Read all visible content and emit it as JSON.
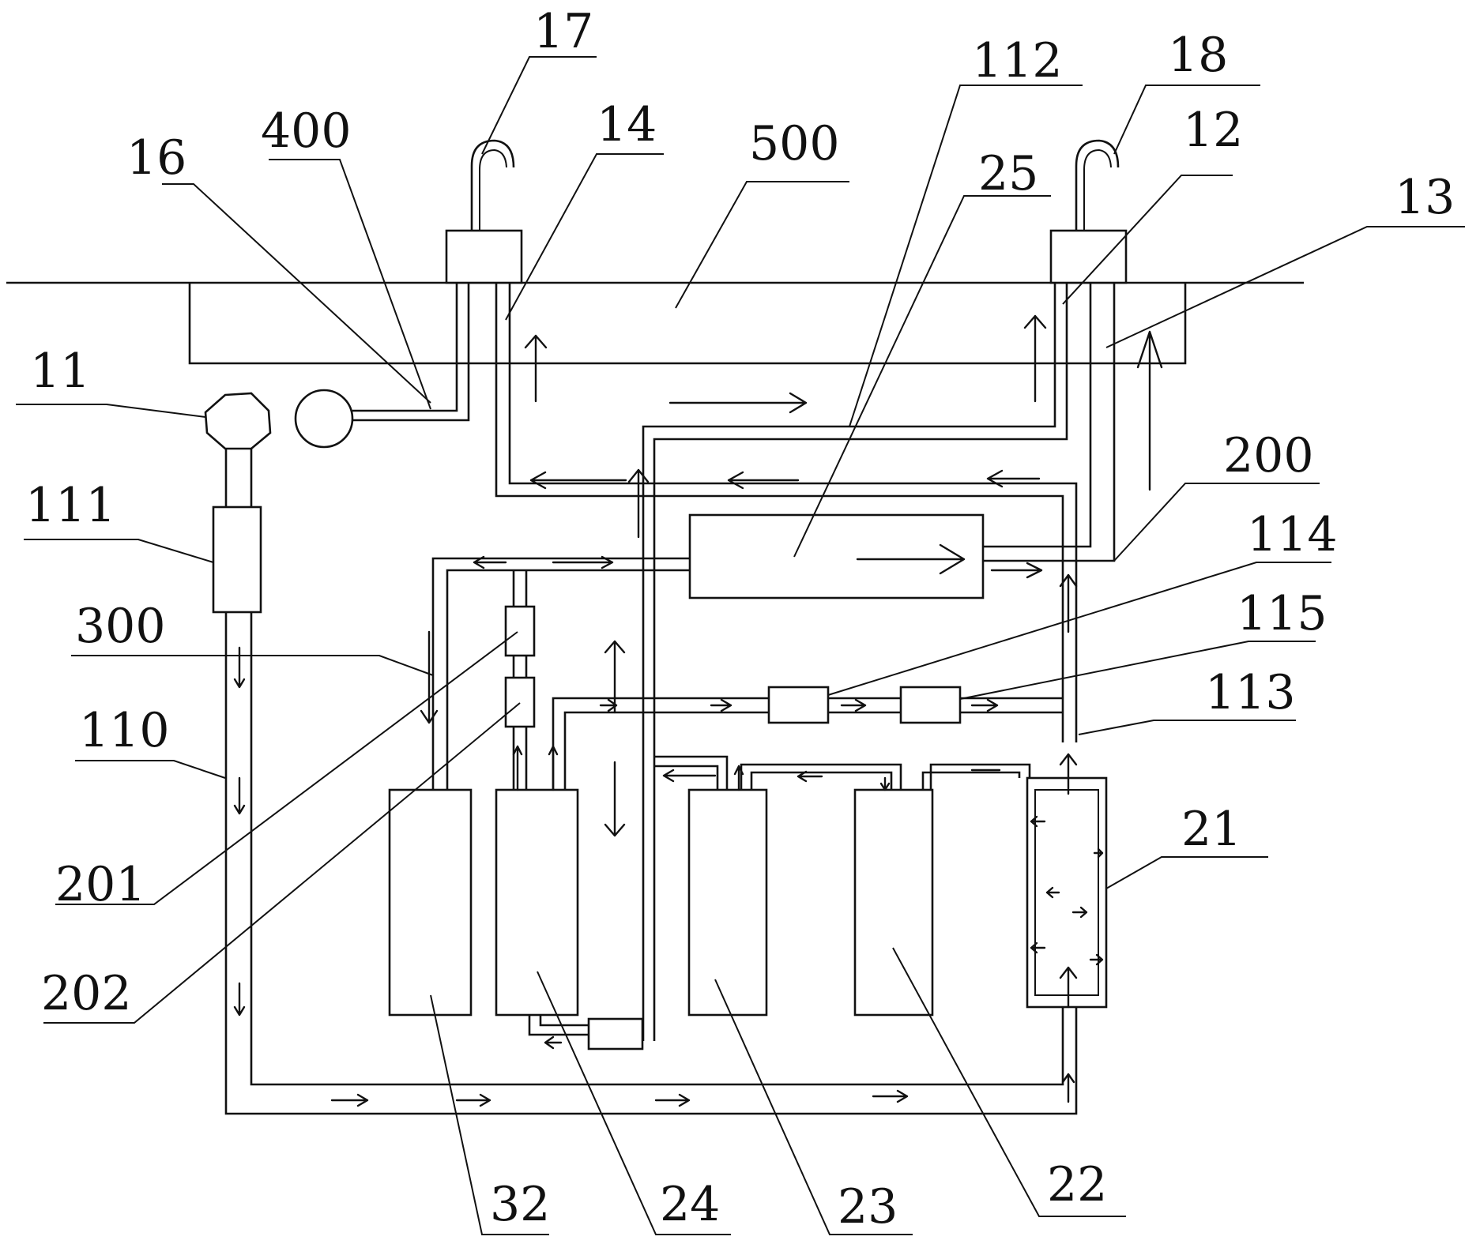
{
  "labels": {
    "l17": "17",
    "l112": "112",
    "l18": "18",
    "l400": "400",
    "l14": "14",
    "l500": "500",
    "l25": "25",
    "l12": "12",
    "l16": "16",
    "l13": "13",
    "l11": "11",
    "l111": "111",
    "l200": "200",
    "l114": "114",
    "l115": "115",
    "l300": "300",
    "l113": "113",
    "l110": "110",
    "l21": "21",
    "l201": "201",
    "l202": "202",
    "l22": "22",
    "l32": "32",
    "l24": "24",
    "l23": "23"
  },
  "colors": {
    "ink": "#111111",
    "background": "#ffffff"
  }
}
